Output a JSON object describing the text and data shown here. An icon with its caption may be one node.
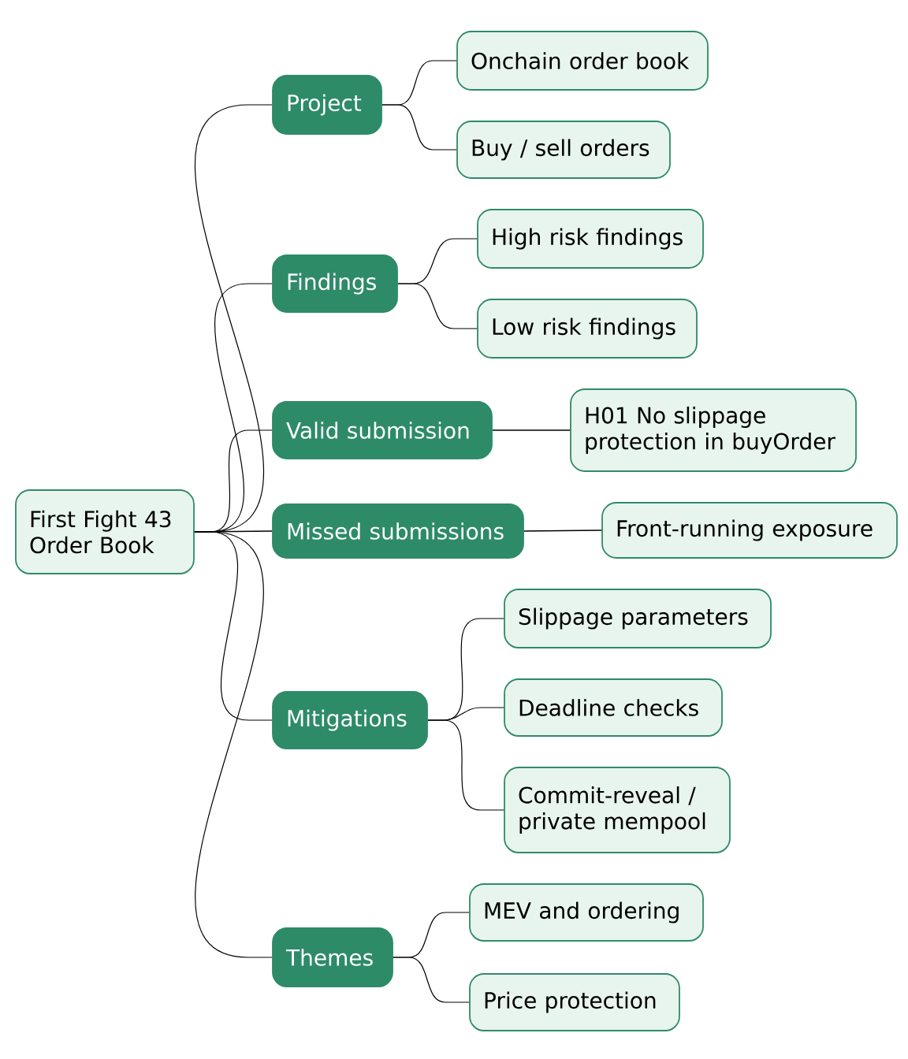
{
  "diagram": {
    "nodes": [
      {
        "text": [
          "First Fight 43 Order Book"
        ]
      },
      {
        "text": [
          "Project"
        ]
      },
      {
        "text": [
          "Onchain order book"
        ]
      },
      {
        "text": [
          "Buy / sell orders"
        ]
      },
      {
        "text": [
          "Findings"
        ]
      },
      {
        "text": [
          "High risk findings"
        ]
      },
      {
        "text": [
          "Low risk findings"
        ]
      },
      {
        "text": [
          "Valid submission"
        ]
      },
      {
        "text": [
          "H01 No slippage protection in buyOrder"
        ]
      },
      {
        "text": [
          "Missed submissions"
        ]
      },
      {
        "text": [
          "Front-running exposure"
        ]
      },
      {
        "text": [
          "Mitigations"
        ]
      },
      {
        "text": [
          "Slippage parameters"
        ]
      },
      {
        "text": [
          "Deadline checks"
        ]
      },
      {
        "text": [
          "Commit-reveal / private mempool"
        ]
      },
      {
        "text": [
          "Themes"
        ]
      },
      {
        "text": [
          "MEV and ordering"
        ]
      },
      {
        "text": [
          "Price protection"
        ]
      }
    ],
    "edges": [
      {
        "from": 0,
        "to": 1,
        "arrow": "none"
      },
      {
        "from": 1,
        "to": 2,
        "arrow": "none"
      },
      {
        "from": 1,
        "to": 3,
        "arrow": "none"
      },
      {
        "from": 0,
        "to": 4,
        "arrow": "none"
      },
      {
        "from": 4,
        "to": 5,
        "arrow": "none"
      },
      {
        "from": 4,
        "to": 6,
        "arrow": "none"
      },
      {
        "from": 0,
        "to": 7,
        "arrow": "none"
      },
      {
        "from": 7,
        "to": 8,
        "arrow": "none"
      },
      {
        "from": 0,
        "to": 9,
        "arrow": "none"
      },
      {
        "from": 9,
        "to": 10,
        "arrow": "none"
      },
      {
        "from": 0,
        "to": 11,
        "arrow": "none"
      },
      {
        "from": 11,
        "to": 12,
        "arrow": "none"
      },
      {
        "from": 11,
        "to": 13,
        "arrow": "none"
      },
      {
        "from": 11,
        "to": 14,
        "arrow": "none"
      },
      {
        "from": 0,
        "to": 15,
        "arrow": "none"
      },
      {
        "from": 15,
        "to": 16,
        "arrow": "none"
      },
      {
        "from": 15,
        "to": 17,
        "arrow": "none"
      }
    ]
  }
}
